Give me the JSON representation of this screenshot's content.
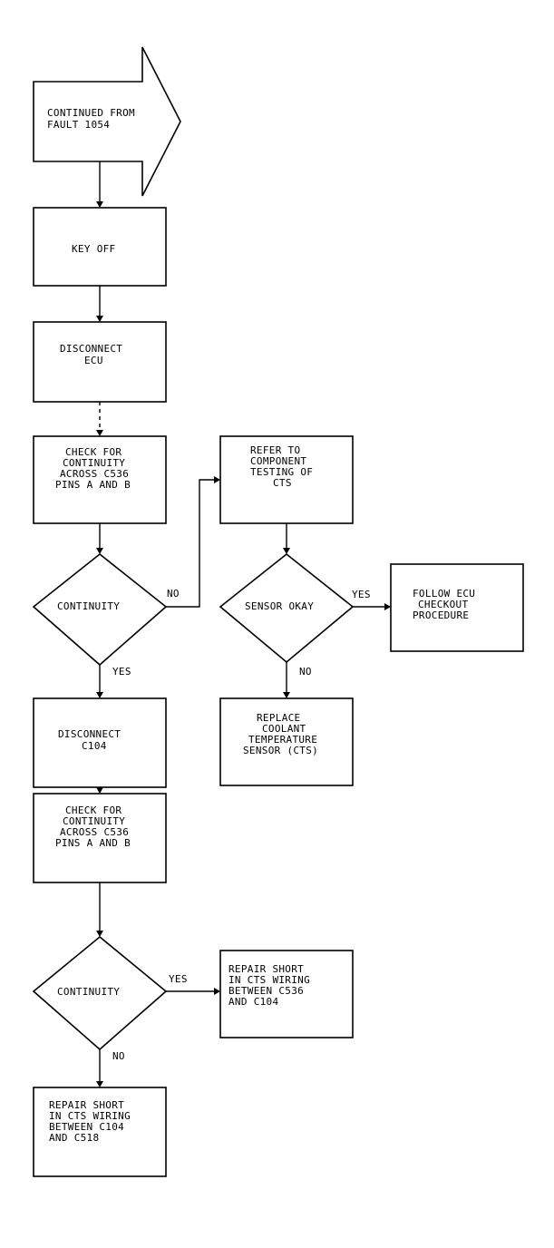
{
  "flowchart": {
    "start": [
      "CONTINUED FROM",
      "FAULT 1054"
    ],
    "key_off": [
      "KEY OFF"
    ],
    "disconnect_ecu": [
      "DISCONNECT",
      "ECU"
    ],
    "check_1": [
      "CHECK FOR",
      "CONTINUITY",
      "ACROSS C536",
      "PINS A AND B"
    ],
    "decision_1": "CONTINUITY",
    "decision_1_no": "NO",
    "decision_1_yes": "YES",
    "refer_cts": [
      "REFER TO",
      "COMPONENT",
      "TESTING OF",
      "CTS"
    ],
    "decision_sensor": "SENSOR OKAY",
    "decision_sensor_yes": "YES",
    "decision_sensor_no": "NO",
    "ecu_checkout": [
      "FOLLOW ECU",
      "CHECKOUT",
      "PROCEDURE"
    ],
    "replace_cts": [
      "REPLACE",
      "COOLANT",
      "TEMPERATURE",
      "SENSOR (CTS)"
    ],
    "disconnect_c104": [
      "DISCONNECT",
      "C104"
    ],
    "check_2": [
      "CHECK FOR",
      "CONTINUITY",
      "ACROSS C536",
      "PINS A AND B"
    ],
    "decision_2": "CONTINUITY",
    "decision_2_yes": "YES",
    "decision_2_no": "NO",
    "repair_1": [
      "REPAIR SHORT",
      "IN CTS WIRING",
      "BETWEEN C536",
      "AND C104"
    ],
    "repair_2": [
      "REPAIR SHORT",
      "IN CTS WIRING",
      "BETWEEN C104",
      "AND C518"
    ]
  }
}
